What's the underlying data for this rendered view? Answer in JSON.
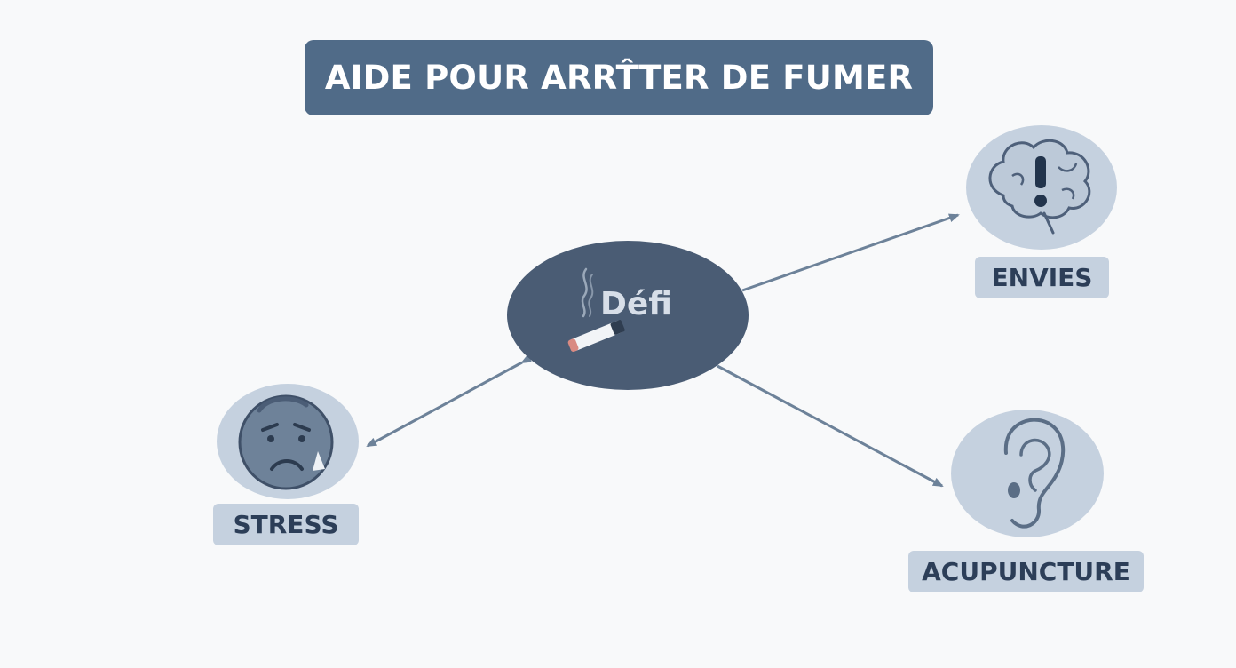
{
  "title": "AIDE POUR ARRT̂TER DE FUMER",
  "center": {
    "label": "Défi",
    "icon": "cigarette-icon"
  },
  "nodes": [
    {
      "id": "stress",
      "label": "STRESS",
      "icon": "stressed-face-icon"
    },
    {
      "id": "envies",
      "label": "ENVIES",
      "icon": "brain-alert-icon"
    },
    {
      "id": "acupuncture",
      "label": "ACUPUNCTURE",
      "icon": "ear-icon"
    }
  ],
  "colors": {
    "background": "#f8f9fa",
    "banner": "#506b88",
    "center_node": "#4a5c74",
    "node_circle": "#c5d1df",
    "arrow": "#6d8299",
    "label_text": "#2c3e58"
  }
}
